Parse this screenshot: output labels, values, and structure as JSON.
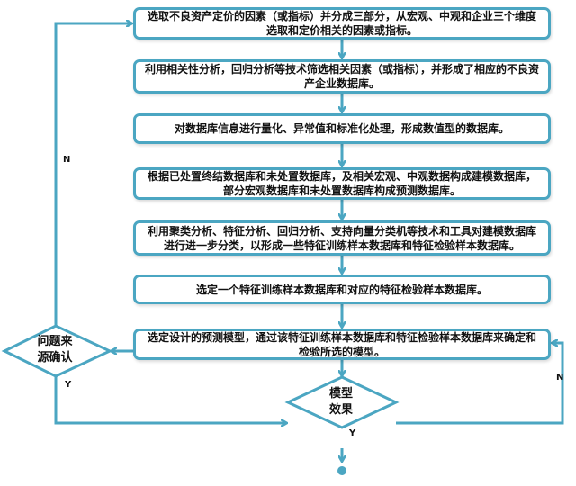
{
  "steps": [
    "选取不良资产定价的因素（或指标）并分成三部分，从宏观、中观和企业三个维度选取和定价相关的因素或指标。",
    "利用相关性分析，回归分析等技术筛选相关因素（或指标），并形成了相应的不良资产企业数据库。",
    "对数据库信息进行量化、异常值和标准化处理，形成数值型的数据库。",
    "根据已处置终结数据库和未处置数据库，及相关宏观、中观数据构成建模数据库，部分宏观数据库和未处置数据库构成预测数据库。",
    "利用聚类分析、特征分析、回归分析、支持向量分类机等技术和工具对建模数据库进行进一步分类，以形成一些特征训练样本数据库和特征检验样本数据库。",
    "选定一个特征训练样本数据库和对应的特征检验样本数据库。",
    "选定设计的预测模型，通过该特征训练样本数据库和特征检验样本数据库来确定和检验所选的模型。"
  ],
  "decisions": {
    "problem_source": "问题来源确认",
    "model_effect": "模型效果"
  },
  "labels": {
    "loop_n_left": "N",
    "source_y": "Y",
    "model_n_right": "N",
    "model_y": "Y"
  },
  "colors": {
    "stroke": "#4ba6c2"
  }
}
